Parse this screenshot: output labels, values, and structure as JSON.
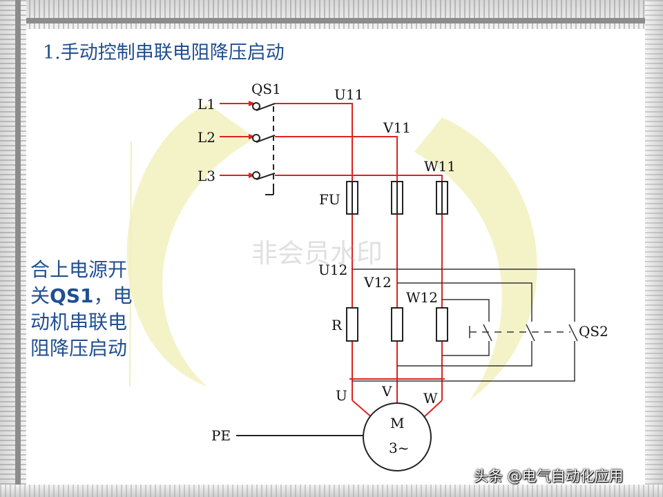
{
  "title": "1.手动控制串联电阻降压启动",
  "note": {
    "line1": "合上电源开",
    "line2_prefix": "关",
    "line2_bold": "QS1",
    "line2_suffix": "，电",
    "line3": "动机串联电",
    "line4": "阻降压启动"
  },
  "watermark": "非会员水印",
  "credit": "头条 @电气自动化应用",
  "diagram": {
    "supply": [
      "L1",
      "L2",
      "L3"
    ],
    "main_switch": "QS1",
    "nodes_top": [
      "U11",
      "V11",
      "W11"
    ],
    "fuse": "FU",
    "nodes_mid": [
      "U12",
      "V12",
      "W12"
    ],
    "resistor": "R",
    "bypass_switch": "QS2",
    "motor_terminals": [
      "U",
      "V",
      "W"
    ],
    "motor": "M",
    "motor_spec": "3~",
    "ground": "PE"
  },
  "colors": {
    "power_wire": "#e02020",
    "control_wire": "#222222",
    "text_blue": "#1f4f8f",
    "background_logo": "#f3f2c4"
  }
}
